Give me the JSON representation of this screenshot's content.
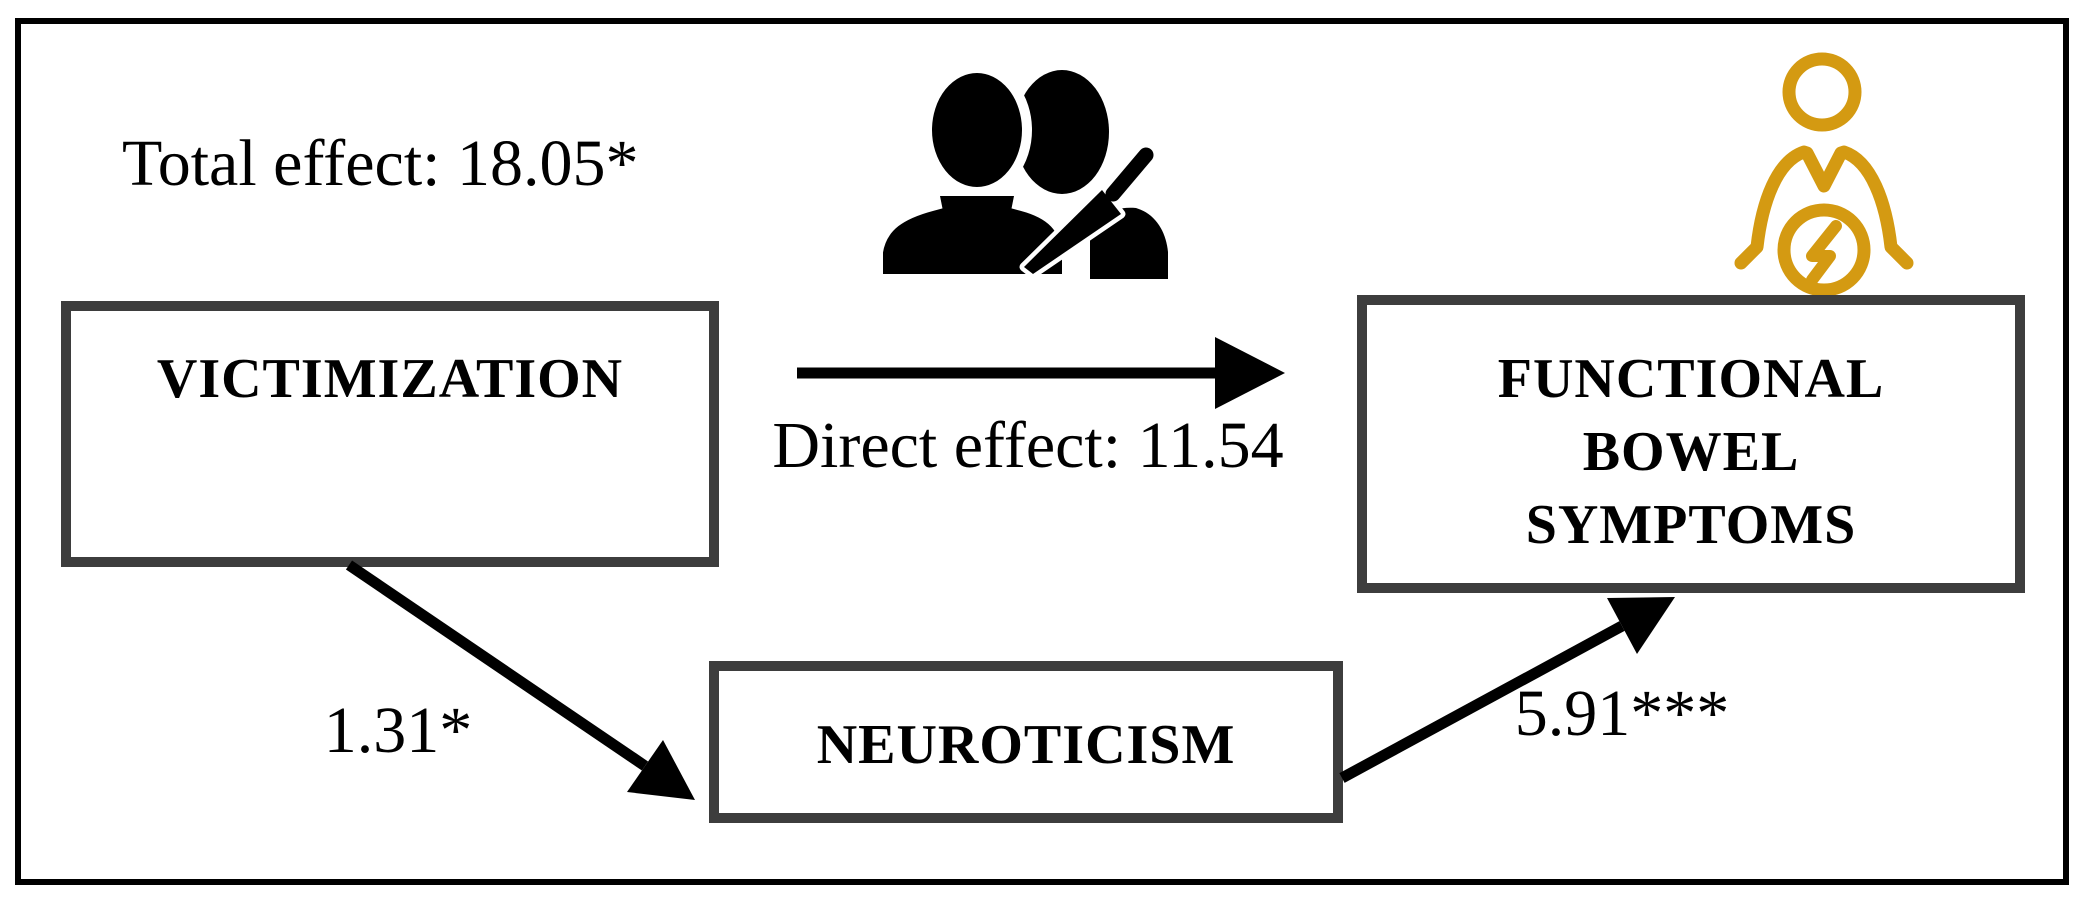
{
  "figure": {
    "kind": "mediation path diagram",
    "background": "#ffffff",
    "frame_color": "#000000",
    "box_border_color": "#3d3d3d",
    "text_color": "#000000",
    "arrow_color": "#000000",
    "gold_accent": "#d49a12"
  },
  "labels": {
    "total_effect": "Total effect: 18.05*",
    "direct_effect": "Direct effect: 11.54",
    "path_a": "1.31*",
    "path_b": "5.91***"
  },
  "effects": {
    "total": {
      "value": "18.05",
      "significance": "*"
    },
    "direct": {
      "value": "11.54",
      "significance": ""
    },
    "path_a": {
      "value": "1.31",
      "significance": "*"
    },
    "path_b": {
      "value": "5.91",
      "significance": "***"
    }
  },
  "nodes": {
    "victimization": {
      "label": "VICTIMIZATION"
    },
    "neuroticism": {
      "label": "NEUROTICISM"
    },
    "functional_bowel_symptoms": {
      "label": "FUNCTIONAL BOWEL SYMPTOMS",
      "lines": [
        "FUNCTIONAL",
        "BOWEL",
        "SYMPTOMS"
      ]
    }
  },
  "icons": {
    "victimization_icon": "two-people-with-knife",
    "bowel_symptoms_icon": "person-with-abdominal-lightning-bolt"
  }
}
